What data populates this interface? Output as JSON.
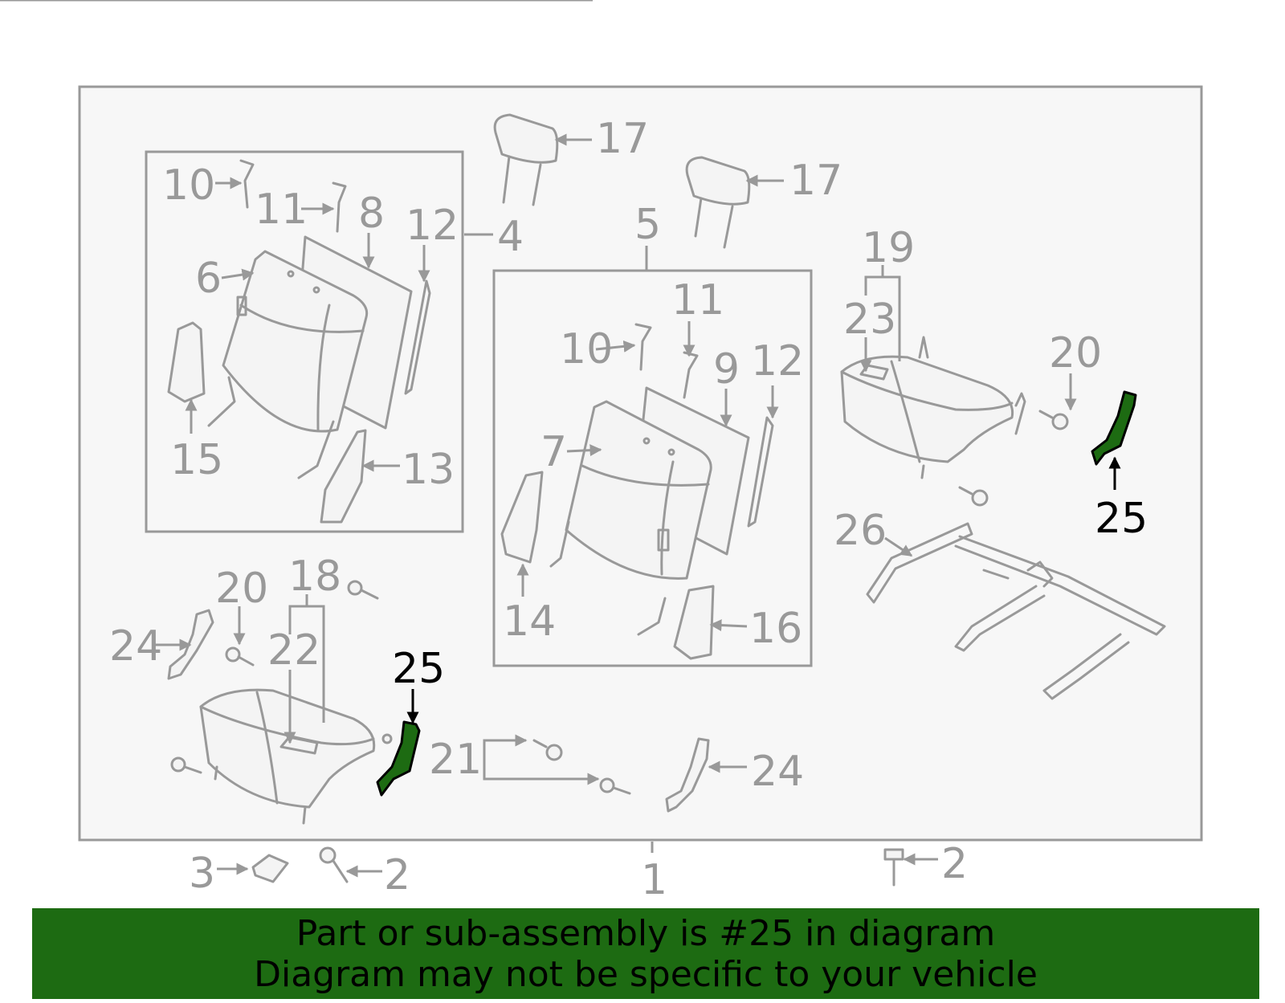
{
  "diagram": {
    "highlight_color": "#1d6b12",
    "line_color": "#999999",
    "callouts": {
      "c1": "1",
      "c2a": "2",
      "c2b": "2",
      "c3": "3",
      "c4": "4",
      "c5": "5",
      "c6": "6",
      "c7": "7",
      "c8": "8",
      "c9": "9",
      "c10a": "10",
      "c10b": "10",
      "c11a": "11",
      "c11b": "11",
      "c12a": "12",
      "c12b": "12",
      "c13": "13",
      "c14": "14",
      "c15": "15",
      "c16": "16",
      "c17a": "17",
      "c17b": "17",
      "c18": "18",
      "c19": "19",
      "c20a": "20",
      "c20b": "20",
      "c21": "21",
      "c22": "22",
      "c23": "23",
      "c24a": "24",
      "c24b": "24",
      "c25a": "25",
      "c25b": "25",
      "c26": "26"
    },
    "highlighted_part": "25"
  },
  "banner": {
    "line1": "Part or sub-assembly is #25 in diagram",
    "line2": "Diagram may not be specific to your vehicle",
    "background": "#1d6b12"
  }
}
